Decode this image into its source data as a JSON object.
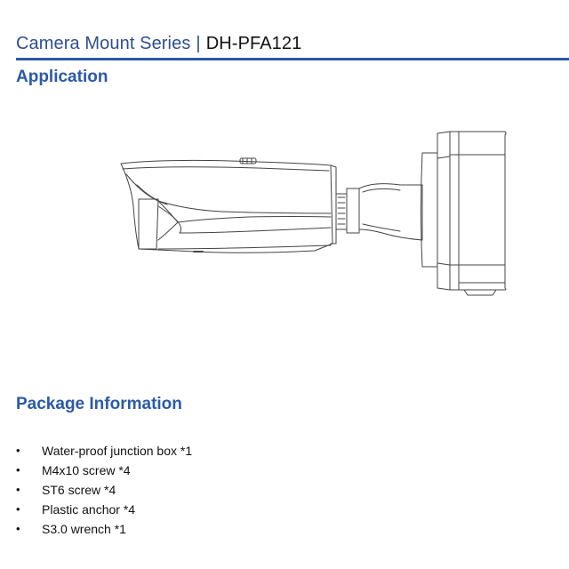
{
  "header": {
    "series": "Camera Mount Series",
    "separator": "|",
    "model": "DH-PFA121"
  },
  "sections": {
    "application": "Application",
    "package": "Package Information"
  },
  "package_items": [
    "Water-proof junction box *1",
    "M4x10 screw *4",
    "ST6 screw *4",
    "Plastic anchor *4",
    "S3.0 wrench *1"
  ],
  "colors": {
    "title_blue": "#2b5aa8",
    "rule_blue": "#2b58a6",
    "header_text": "#2e4f8c"
  },
  "diagram": {
    "icon": "bullet-camera-wall-mount-line-drawing-icon"
  }
}
